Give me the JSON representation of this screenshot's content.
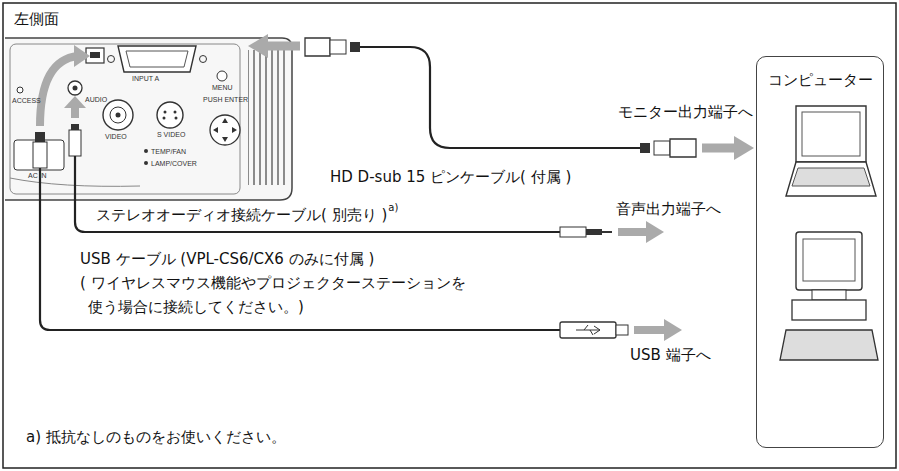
{
  "diagram": {
    "title": "左側面",
    "nodes": [
      {
        "text": [
          "コンピューター"
        ]
      }
    ],
    "labels": [
      "モニター出力端子へ",
      "HD D-sub 15 ピンケーブル( 付属 )",
      "音声出力端子へ",
      "ステレオオーディオ接続ケーブル( 別売り )",
      "a)",
      "USB ケーブル (VPL-CS6/CX6 のみに付属 )",
      "( ワイヤレスマウス機能やプロジェクターステーションを",
      "使う場合に接続してください。)",
      "USB 端子へ",
      "a) 抵抗なしのものをお使いください。",
      "INPUT A",
      "MENU",
      "PUSH ENTER",
      "VIDEO",
      "S VIDEO",
      "TEMP/FAN",
      "LAMP/COVER",
      "ACCESS",
      "AUDIO",
      "AC IN"
    ]
  }
}
